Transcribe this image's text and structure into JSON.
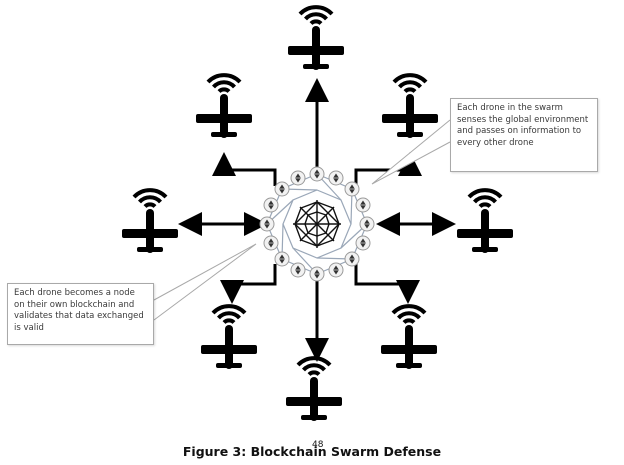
{
  "callouts": {
    "top_right": "Each drone in the swarm senses the global environment and passes on information to every other drone",
    "bottom_left": "Each drone becomes a node on their own blockchain and validates that data exchanged is valid"
  },
  "figure": {
    "caption": "Figure 3: Blockchain Swarm Defense",
    "page_number": "48"
  },
  "drones": [
    {
      "id": "north"
    },
    {
      "id": "north-west"
    },
    {
      "id": "north-east"
    },
    {
      "id": "west"
    },
    {
      "id": "east"
    },
    {
      "id": "south-west"
    },
    {
      "id": "south-east"
    },
    {
      "id": "south"
    }
  ]
}
